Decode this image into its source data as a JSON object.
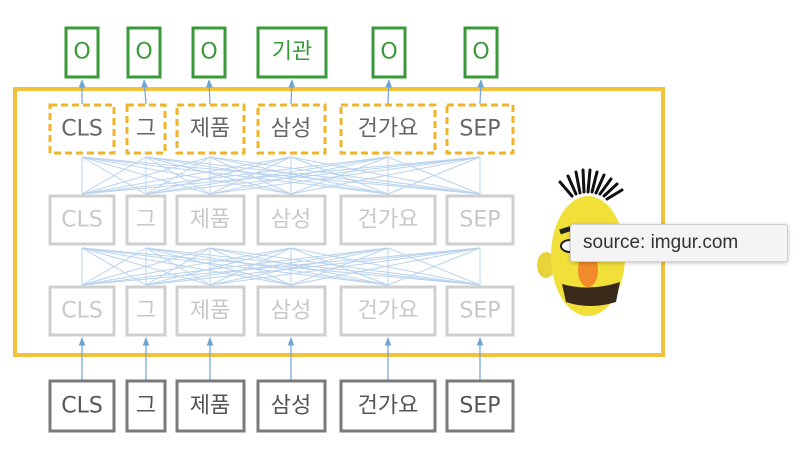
{
  "input_tokens": [
    "CLS",
    "그",
    "제품",
    "삼성",
    "건가요",
    "SEP"
  ],
  "hidden_layer_1": [
    "CLS",
    "그",
    "제품",
    "삼성",
    "건가요",
    "SEP"
  ],
  "hidden_layer_2": [
    "CLS",
    "그",
    "제품",
    "삼성",
    "건가요",
    "SEP"
  ],
  "output_layer": [
    "CLS",
    "그",
    "제품",
    "삼성",
    "건가요",
    "SEP"
  ],
  "labels": [
    "O",
    "O",
    "O",
    "기관",
    "O",
    "O"
  ],
  "tooltip": {
    "text": "source: imgur.com"
  },
  "colors": {
    "frame": "#f2c23a",
    "output_box": "#f0b428",
    "label_box": "#3a9a3a",
    "input_box": "#7a7a7a",
    "hidden_box": "#cfcfcf",
    "arrow": "#6fa4d8",
    "connection": "#b9d3ee"
  },
  "mascot": "bert-muppet-face"
}
